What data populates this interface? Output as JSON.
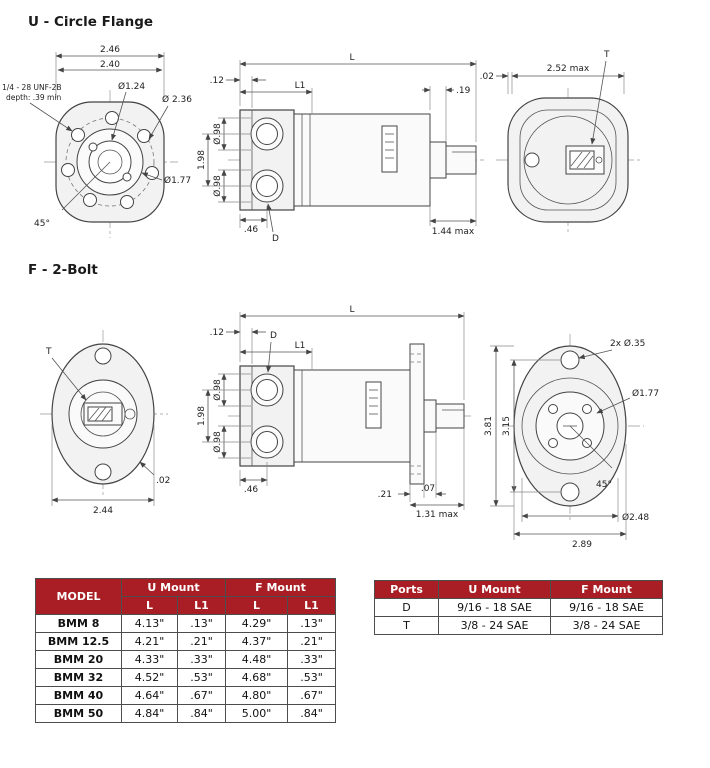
{
  "colors": {
    "table_header_bg": "#a81e24",
    "line": "#444444"
  },
  "sections": {
    "u": {
      "title": "U - Circle Flange",
      "front": {
        "dim_width_outer": "2.46",
        "dim_width_inner": "2.40",
        "note_line1": "1/4 - 28 UNF-2B",
        "note_line2": "depth: .39 min",
        "dia_bore": "Ø1.24",
        "dia_bolt_circle": "Ø 2.36",
        "dia_pilot": "Ø1.77",
        "angle": "45°"
      },
      "side": {
        "dim_lip": ".12",
        "dim_length": "L",
        "dim_l1": "L1",
        "dim_shoulder": ".19",
        "dia_port_top": "Ø.98",
        "dim_port_span": "1.98",
        "dia_port_bottom": "Ø.98",
        "dim_port_offset": ".46",
        "port_d": "D",
        "dim_shaft_max": "1.44 max"
      },
      "rear": {
        "dim_lip": ".02",
        "dim_width_max": "2.52 max",
        "port_t": "T"
      }
    },
    "f": {
      "title": "F - 2-Bolt",
      "left": {
        "port_t": "T",
        "dim_lip": ".02",
        "dim_width": "2.44"
      },
      "side": {
        "dim_lip": ".12",
        "dim_length": "L",
        "port_d": "D",
        "dim_l1": "L1",
        "dia_port_top": "Ø.98",
        "dim_port_span": "1.98",
        "dia_port_bottom": "Ø.98",
        "dim_port_offset": ".46",
        "dim_21": ".21",
        "dim_07": ".07",
        "dim_shaft_max": "1.31 max"
      },
      "face": {
        "bolt_holes": "2x Ø.35",
        "dia_hub": "Ø1.77",
        "dim_height_outer": "3.81",
        "dim_height_holes": "3.15",
        "angle": "45°",
        "dia_pilot": "Ø2.48",
        "dim_width": "2.89"
      }
    }
  },
  "model_table": {
    "headers": {
      "model": "MODEL",
      "u_mount": "U Mount",
      "f_mount": "F Mount",
      "l": "L",
      "l1": "L1"
    },
    "rows": [
      {
        "model": "BMM 8",
        "u_l": "4.13\"",
        "u_l1": ".13\"",
        "f_l": "4.29\"",
        "f_l1": ".13\""
      },
      {
        "model": "BMM 12.5",
        "u_l": "4.21\"",
        "u_l1": ".21\"",
        "f_l": "4.37\"",
        "f_l1": ".21\""
      },
      {
        "model": "BMM 20",
        "u_l": "4.33\"",
        "u_l1": ".33\"",
        "f_l": "4.48\"",
        "f_l1": ".33\""
      },
      {
        "model": "BMM 32",
        "u_l": "4.52\"",
        "u_l1": ".53\"",
        "f_l": "4.68\"",
        "f_l1": ".53\""
      },
      {
        "model": "BMM 40",
        "u_l": "4.64\"",
        "u_l1": ".67\"",
        "f_l": "4.80\"",
        "f_l1": ".67\""
      },
      {
        "model": "BMM 50",
        "u_l": "4.84\"",
        "u_l1": ".84\"",
        "f_l": "5.00\"",
        "f_l1": ".84\""
      }
    ]
  },
  "ports_table": {
    "headers": {
      "ports": "Ports",
      "u_mount": "U Mount",
      "f_mount": "F Mount"
    },
    "rows": [
      {
        "port": "D",
        "u": "9/16 - 18 SAE",
        "f": "9/16 - 18 SAE"
      },
      {
        "port": "T",
        "u": "3/8 - 24 SAE",
        "f": "3/8 - 24 SAE"
      }
    ]
  }
}
